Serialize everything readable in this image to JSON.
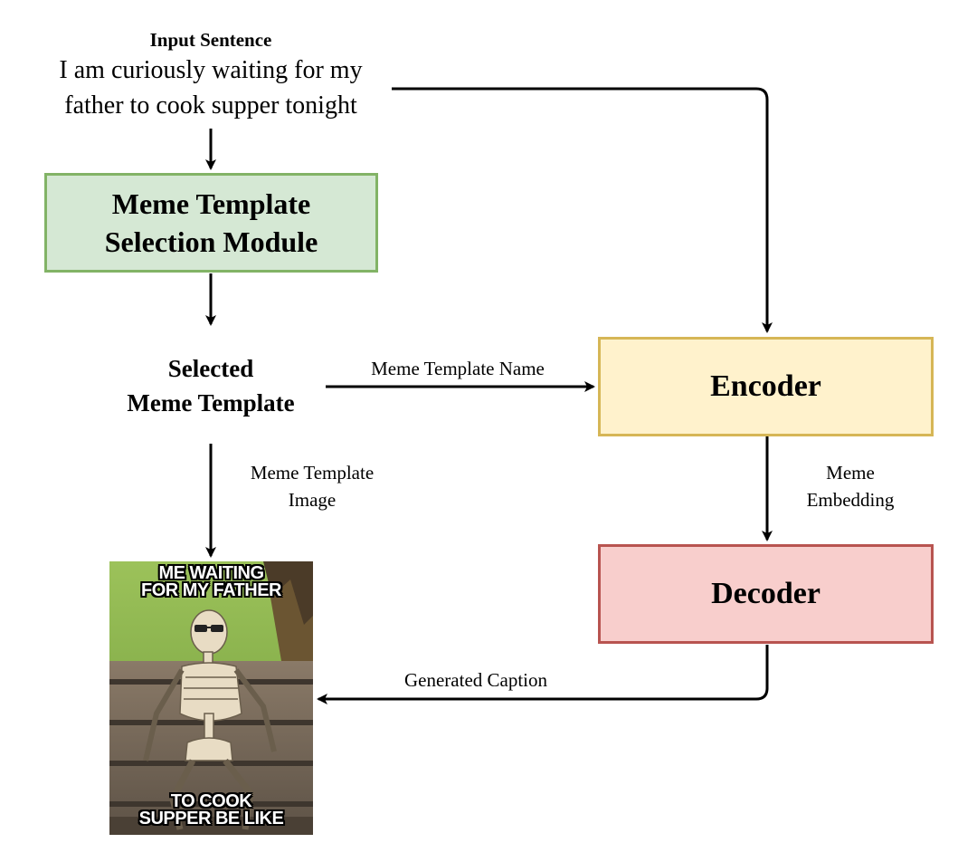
{
  "input": {
    "heading": "Input Sentence",
    "line1": "I am curiously waiting for my",
    "line2": "father to cook supper tonight"
  },
  "selection_module": {
    "line1": "Meme Template",
    "line2": "Selection Module",
    "fill": "#d5e8d4",
    "stroke": "#82b366"
  },
  "selected_template": {
    "line1": "Selected",
    "line2": "Meme Template"
  },
  "encoder": {
    "label": "Encoder",
    "fill": "#fff2cc",
    "stroke": "#d6b656"
  },
  "decoder": {
    "label": "Decoder",
    "fill": "#f8cecc",
    "stroke": "#b85450"
  },
  "edges": {
    "template_name": "Meme Template Name",
    "template_image_line1": "Meme Template",
    "template_image_line2": "Image",
    "embedding_line1": "Meme",
    "embedding_line2": "Embedding",
    "generated_caption": "Generated Caption"
  },
  "meme": {
    "top_caption": "ME WAITING\nFOR MY FATHER",
    "bottom_caption": "TO COOK\nSUPPER BE LIKE"
  }
}
